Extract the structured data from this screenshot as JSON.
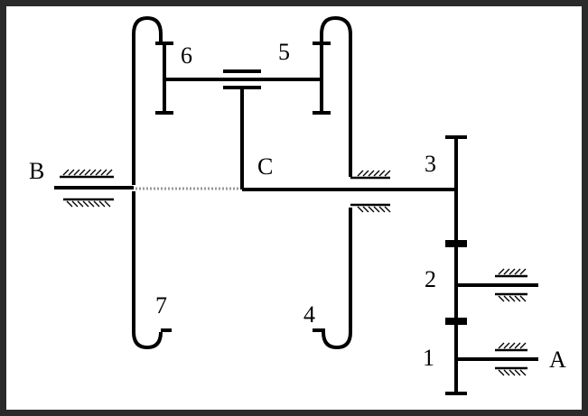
{
  "labels": {
    "input_shaft": "A",
    "output_shaft": "B",
    "carrier": "C",
    "gear_1": "1",
    "gear_2": "2",
    "gear_3": "3",
    "gear_4": "4",
    "gear_5": "5",
    "gear_6": "6",
    "gear_7": "7"
  },
  "colors": {
    "line": "#000000",
    "background": "#ffffff",
    "frame": "#2a2a2a",
    "hidden_line": "#999999"
  }
}
